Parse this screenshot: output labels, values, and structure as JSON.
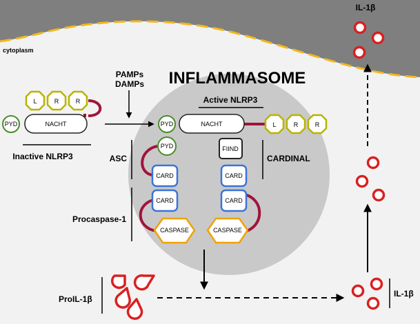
{
  "title": "INFLAMMASOME",
  "labels": {
    "cytoplasm": "cytoplasm",
    "il1b_top": "IL-1β",
    "il1b_bottom": "IL-1β",
    "pamps": "PAMPs",
    "damps": "DAMPs",
    "active_nlrp3": "Active NLRP3",
    "inactive_nlrp3": "Inactive NLRP3",
    "asc": "ASC",
    "cardinal": "CARDINAL",
    "procaspase": "Procaspase-1",
    "proil1b": "ProIL-1β"
  },
  "domains": {
    "pyd": "PYD",
    "nacht": "NACHT",
    "l": "L",
    "r": "R",
    "card": "CARD",
    "caspase": "CASPASE",
    "fiind": "FIIND"
  },
  "colors": {
    "background": "#f2f2f2",
    "extracellular": "#7f7f7f",
    "membrane_dash": "#f2b81d",
    "inflammasome_circle": "#c9c9c9",
    "linker": "#a0143c",
    "pyd_stroke": "#4a8c2a",
    "lrr_stroke": "#b9b300",
    "card_stroke": "#3b73d8",
    "caspase_stroke": "#f0a200",
    "il1b_red": "#d92020"
  }
}
